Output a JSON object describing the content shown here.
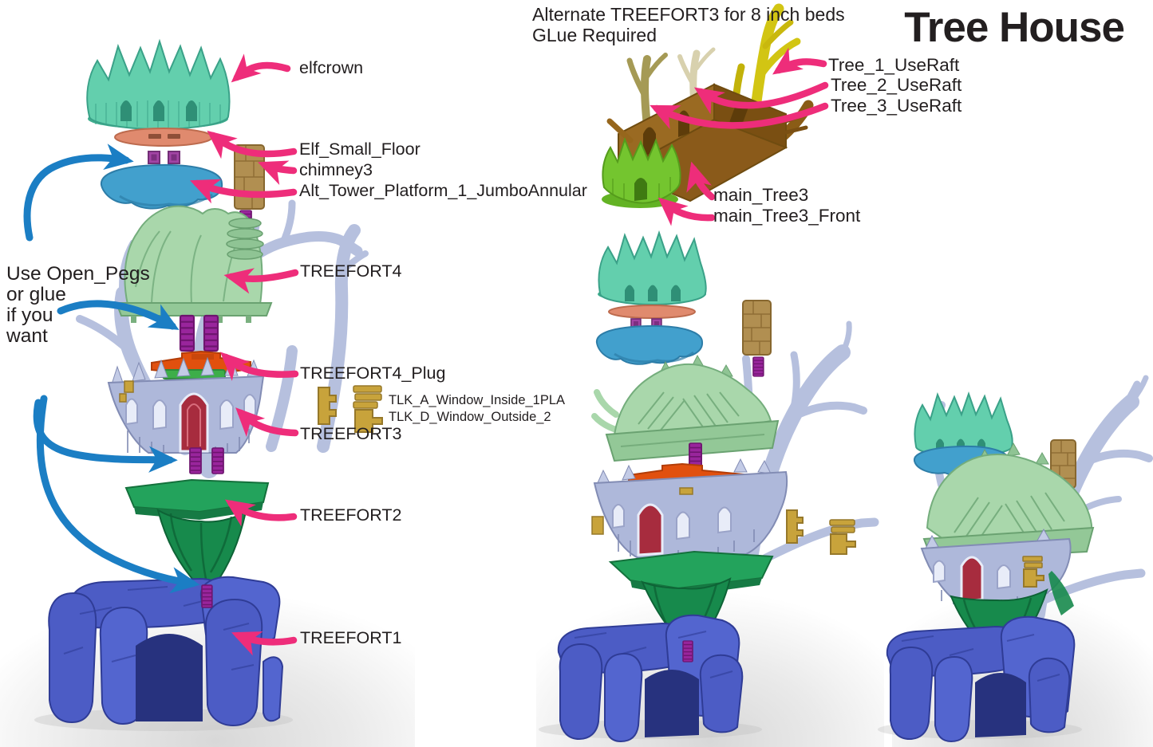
{
  "page": {
    "title": "Tree House"
  },
  "alternate_section": {
    "heading_line1": "Alternate TREEFORT3 for 8 inch beds",
    "heading_line2": "GLue Required",
    "labels": {
      "tree_1": "Tree_1_UseRaft",
      "tree_2": "Tree_2_UseRaft",
      "tree_3": "Tree_3_UseRaft",
      "main_tree3": "main_Tree3",
      "main_tree3_front": "main_Tree3_Front"
    }
  },
  "exploded_view": {
    "note_lines": [
      "Use Open_Pegs",
      "or glue",
      "if you",
      "want"
    ],
    "labels": {
      "elfcrown": "elfcrown",
      "elf_small_floor": "Elf_Small_Floor",
      "chimney3": "chimney3",
      "alt_tower_platform": "Alt_Tower_Platform_1_JumboAnnular",
      "treefort4": "TREEFORT4",
      "treefort4_plug": "TREEFORT4_Plug",
      "tlk_a_window_inside": "TLK_A_Window_Inside_1PLA",
      "tlk_d_window_outside": "TLK_D_Window_Outside_2",
      "treefort3": "TREEFORT3",
      "treefort2": "TREEFORT2",
      "treefort1": "TREEFORT1"
    }
  },
  "colors": {
    "annotation_pink": "#ee2d7a",
    "annotation_blue": "#1b7ec4",
    "text_black": "#231f20",
    "crown_mint": "#63cfad",
    "floor_salmon": "#e08a6e",
    "platform_blue": "#42a0cd",
    "peg_purple": "#99259c",
    "chimney_tan": "#b18f51",
    "fort4_green": "#a9d7ab",
    "plug_orange": "#e1500e",
    "bar_green": "#3dae49",
    "fort3_periwinkle": "#aeb8da",
    "branch_lavender": "#b6c0de",
    "door_red": "#a72c3e",
    "window_gold": "#c8a33b",
    "fort2_green": "#1d9355",
    "rock_blue": "#4c5cc5",
    "tree1_khaki": "#a59a55",
    "tree2_pale": "#d8d1ae",
    "tree3_yellow": "#d2c513",
    "tree_brown": "#96661c",
    "front_green": "#74c52f"
  }
}
